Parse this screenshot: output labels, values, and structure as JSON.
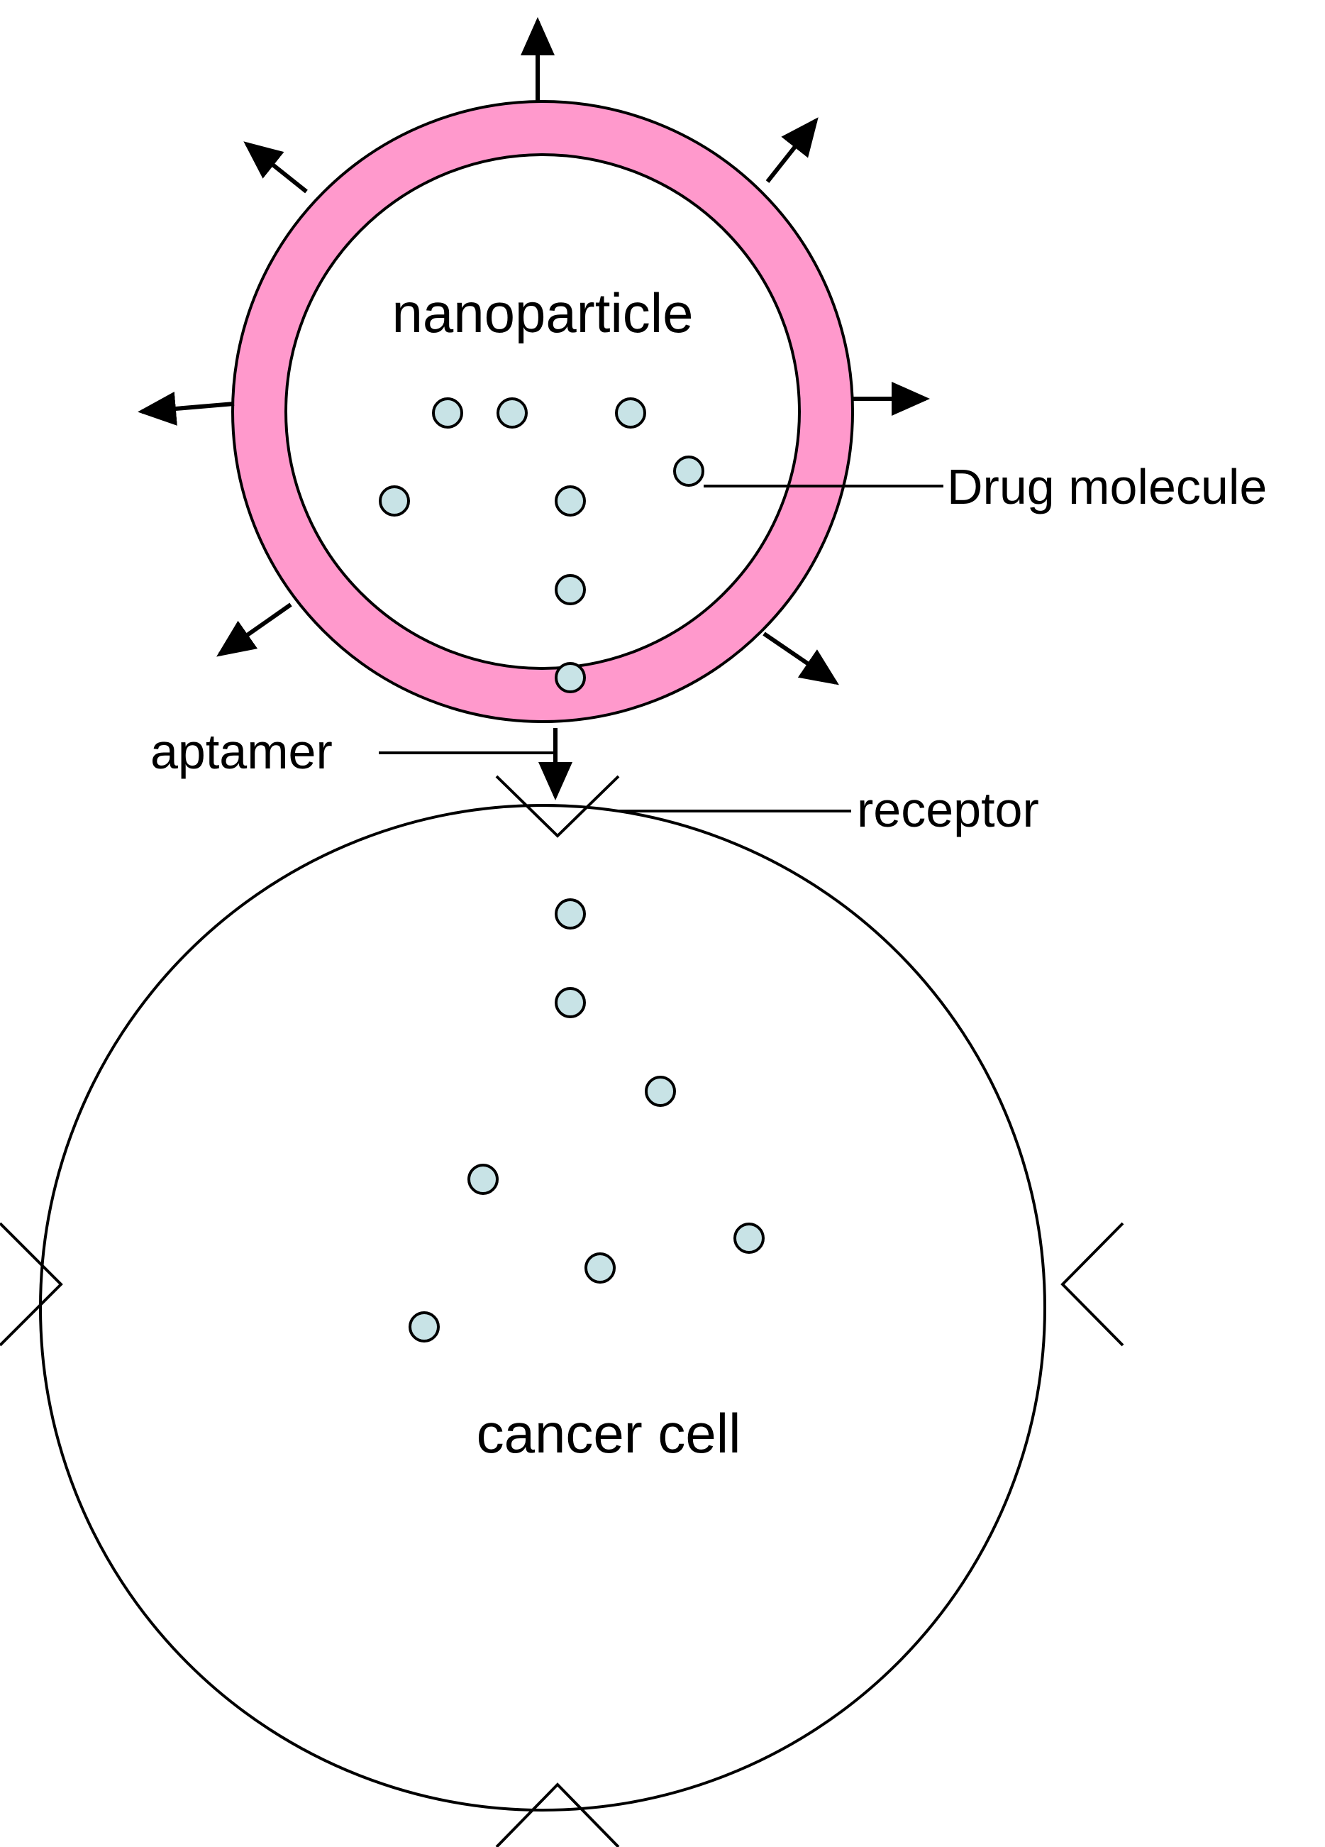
{
  "labels": {
    "nanoparticle": "nanoparticle",
    "drug_molecule": "Drug molecule",
    "aptamer": "aptamer",
    "receptor": "receptor",
    "cancer_cell": "cancer cell"
  },
  "colors": {
    "nanoparticle_shell": "#ff99cc",
    "drug_molecule_fill": "#c8e3e6",
    "stroke": "#000000",
    "background": "#ffffff"
  }
}
